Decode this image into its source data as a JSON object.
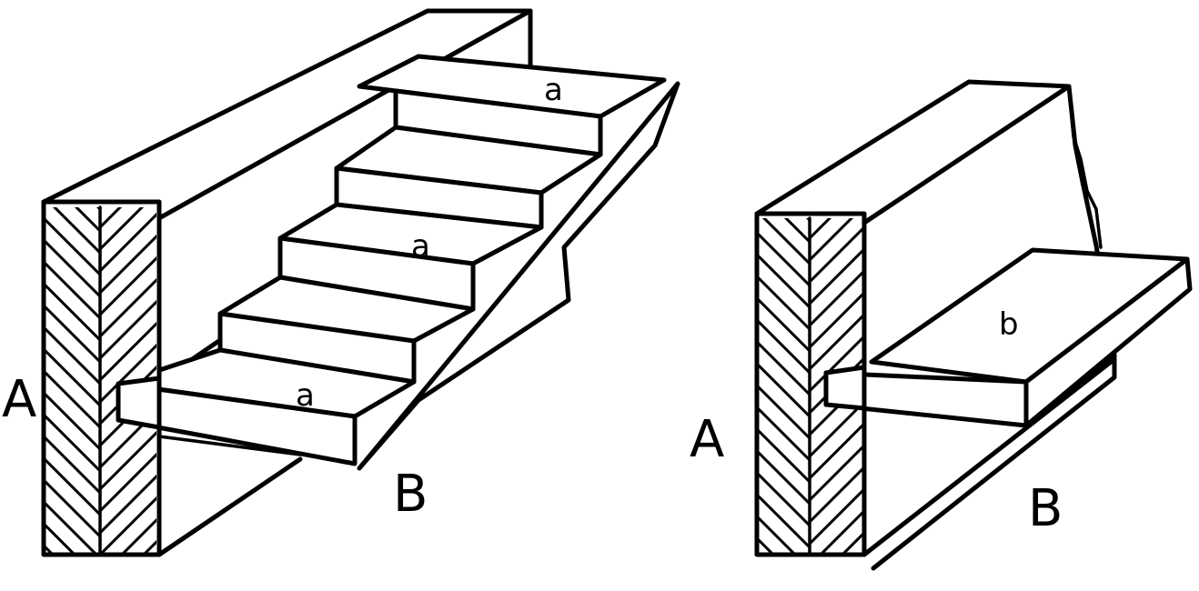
{
  "figure_left": {
    "wall_label": "A",
    "stair_label": "B",
    "step_labels": [
      "a",
      "a",
      "a"
    ]
  },
  "figure_right": {
    "wall_label": "A",
    "stair_label": "B",
    "step_label": "b"
  }
}
